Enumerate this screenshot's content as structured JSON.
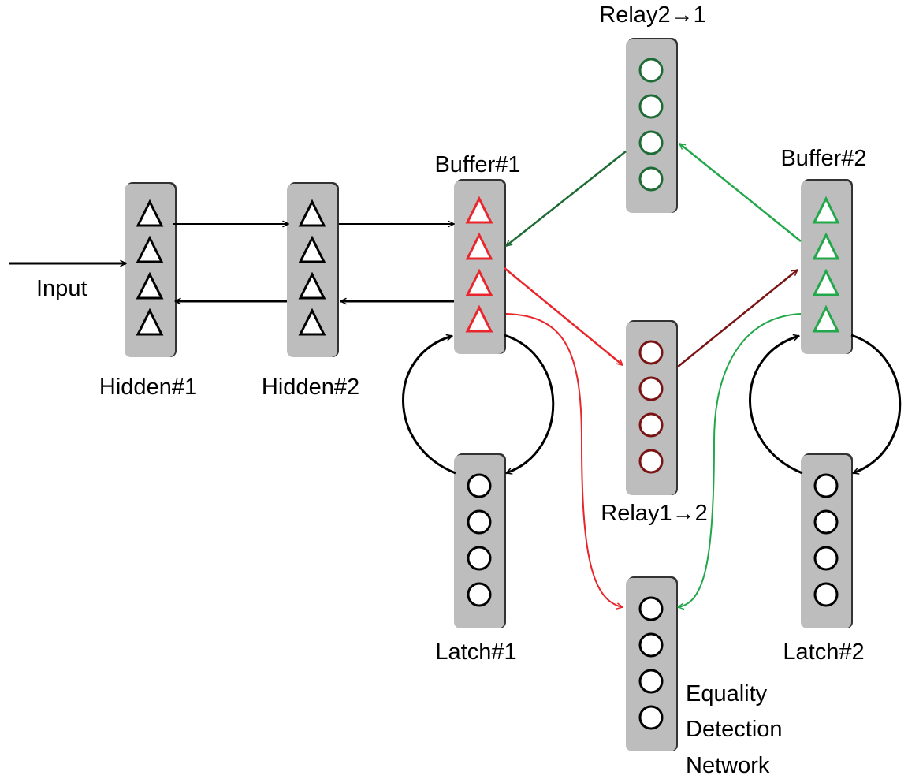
{
  "colors": {
    "column_fill": "#bdbdbd",
    "black": "#000000",
    "buffer1_red": "#e8262b",
    "buffer2_green": "#22a84a",
    "relay21_dark_green": "#1e6b35",
    "relay12_dark_red": "#7a1414"
  },
  "labels": {
    "input": "Input",
    "hidden1": "Hidden#1",
    "hidden2": "Hidden#2",
    "buffer1": "Buffer#1",
    "buffer2": "Buffer#2",
    "relay21": "Relay2→1",
    "relay12": "Relay1→2",
    "latch1": "Latch#1",
    "latch2": "Latch#2",
    "equality": [
      "Equality",
      "Detection",
      "Network"
    ]
  },
  "columns": [
    {
      "id": "hidden1",
      "unit_shape": "triangle",
      "unit_color": "#000000",
      "units": 4
    },
    {
      "id": "hidden2",
      "unit_shape": "triangle",
      "unit_color": "#000000",
      "units": 4
    },
    {
      "id": "buffer1",
      "unit_shape": "triangle",
      "unit_color": "#e8262b",
      "units": 4
    },
    {
      "id": "buffer2",
      "unit_shape": "triangle",
      "unit_color": "#22a84a",
      "units": 4
    },
    {
      "id": "relay21",
      "unit_shape": "circle",
      "unit_color": "#1e6b35",
      "units": 4
    },
    {
      "id": "relay12",
      "unit_shape": "circle",
      "unit_color": "#7a1414",
      "units": 4
    },
    {
      "id": "latch1",
      "unit_shape": "circle",
      "unit_color": "#000000",
      "units": 4
    },
    {
      "id": "latch2",
      "unit_shape": "circle",
      "unit_color": "#000000",
      "units": 4
    },
    {
      "id": "equality",
      "unit_shape": "circle",
      "unit_color": "#000000",
      "units": 4
    }
  ],
  "connections": [
    {
      "from": "input",
      "to": "hidden1",
      "color": "#000000"
    },
    {
      "from": "hidden1",
      "to": "hidden2",
      "color": "#000000"
    },
    {
      "from": "hidden2",
      "to": "buffer1",
      "color": "#000000"
    },
    {
      "from": "buffer1",
      "to": "hidden2",
      "color": "#000000"
    },
    {
      "from": "hidden2",
      "to": "hidden1",
      "color": "#000000"
    },
    {
      "from": "relay21",
      "to": "buffer1",
      "color": "#1e6b35"
    },
    {
      "from": "buffer2",
      "to": "relay21",
      "color": "#22a84a"
    },
    {
      "from": "buffer1",
      "to": "relay12",
      "color": "#e8262b"
    },
    {
      "from": "relay12",
      "to": "buffer2",
      "color": "#7a1414"
    },
    {
      "from": "buffer1",
      "to": "equality",
      "color": "#e8262b"
    },
    {
      "from": "buffer2",
      "to": "equality",
      "color": "#22a84a"
    },
    {
      "from": "buffer1",
      "to": "latch1",
      "color": "#000000"
    },
    {
      "from": "latch1",
      "to": "buffer1",
      "color": "#000000"
    },
    {
      "from": "buffer2",
      "to": "latch2",
      "color": "#000000"
    },
    {
      "from": "latch2",
      "to": "buffer2",
      "color": "#000000"
    }
  ]
}
